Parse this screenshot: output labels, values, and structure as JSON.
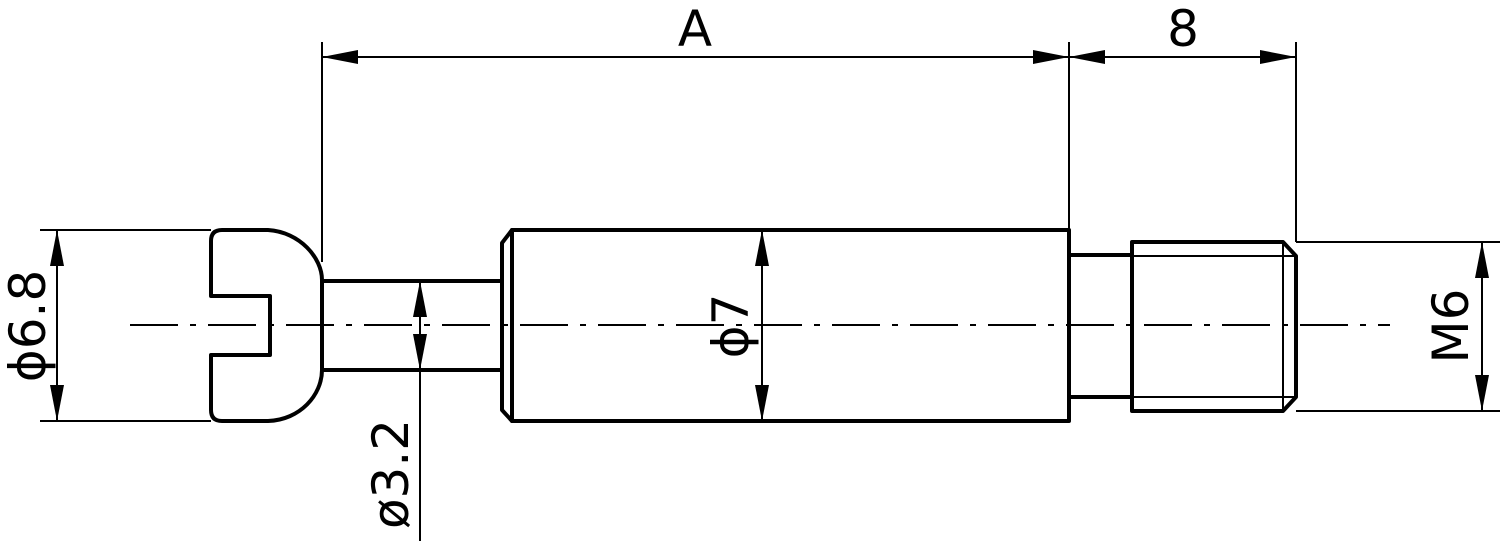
{
  "dimensions": {
    "length_a": "A",
    "length_thread": "8",
    "head_diameter": "ϕ6.8",
    "neck_diameter": "ø3.2",
    "body_diameter": "ϕ7",
    "thread_size": "M6"
  }
}
